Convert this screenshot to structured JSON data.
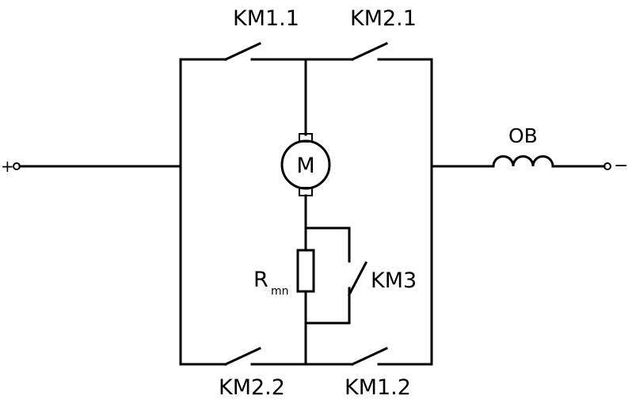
{
  "diagram": {
    "labels": {
      "km1_1": "KM1.1",
      "km2_1": "KM2.1",
      "km2_2": "KM2.2",
      "km1_2": "KM1.2",
      "km3": "KM3",
      "ob": "ОВ",
      "motor": "M",
      "r_main": "R",
      "r_sub": "mn",
      "plus": "+",
      "minus": "−"
    }
  }
}
